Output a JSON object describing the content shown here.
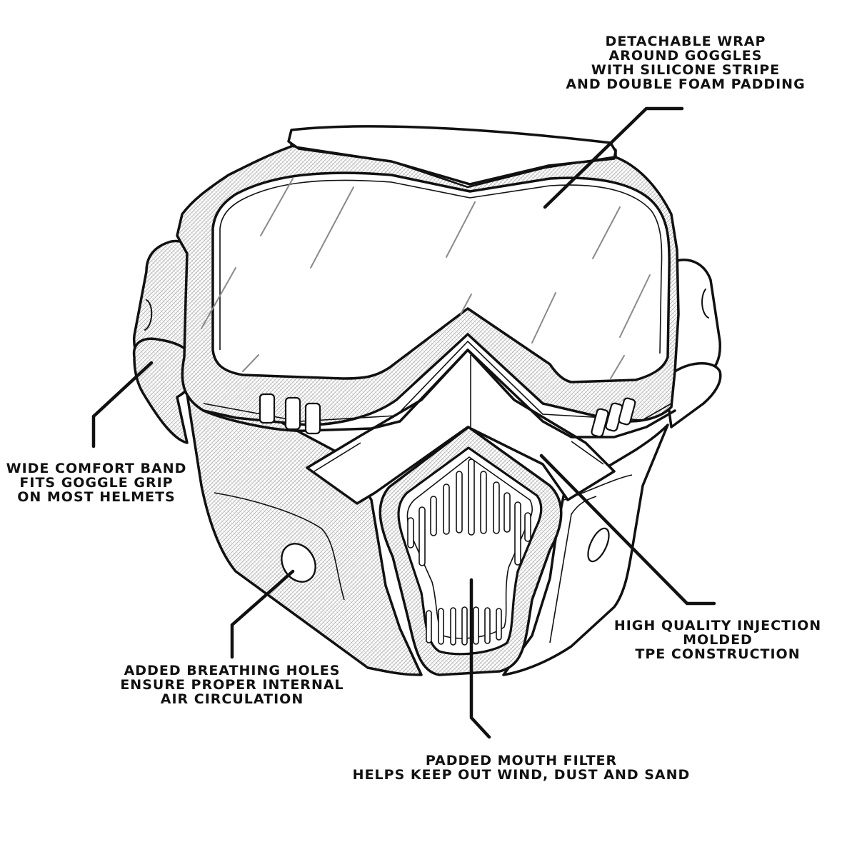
{
  "diagram": {
    "subject": "goggle mask with detachable mouth guard",
    "style": "black line illustration on white",
    "colors": {
      "ink": "#111111",
      "background": "#ffffff",
      "lens_glint": "#8a8a8a",
      "hatch": "#9a9a9a"
    },
    "callouts": [
      {
        "id": "wrap-goggles",
        "lines": [
          "DETACHABLE WRAP",
          "AROUND GOGGLES",
          "WITH SILICONE STRIPE",
          "AND DOUBLE FOAM PADDING"
        ],
        "points_to": "goggle lens / frame"
      },
      {
        "id": "comfort-band",
        "lines": [
          "WIDE COMFORT BAND",
          "FITS GOGGLE GRIP",
          "ON MOST HELMETS"
        ],
        "points_to": "left strap mount"
      },
      {
        "id": "tpe-construction",
        "lines": [
          "HIGH QUALITY INJECTION",
          "MOLDED",
          "TPE CONSTRUCTION"
        ],
        "points_to": "mask nose bridge"
      },
      {
        "id": "breathing-holes",
        "lines": [
          "ADDED BREATHING HOLES",
          "ENSURE PROPER INTERNAL",
          "AIR CIRCULATION"
        ],
        "points_to": "side breathing hole"
      },
      {
        "id": "mouth-filter",
        "lines": [
          "PADDED MOUTH FILTER",
          "HELPS KEEP OUT WIND, DUST AND SAND"
        ],
        "points_to": "center mouth filter"
      }
    ]
  }
}
